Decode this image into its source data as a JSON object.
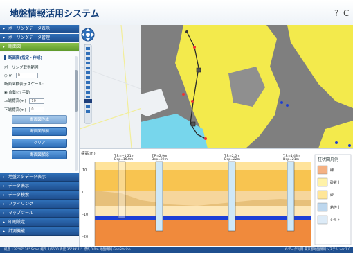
{
  "app": {
    "title": "地盤情報活用システム"
  },
  "header": {
    "help_label": "?",
    "refresh_label": "C"
  },
  "sidebar": {
    "top_items": [
      {
        "label": "ボーリングデータ表示"
      },
      {
        "label": "ボーリングデータ管理"
      }
    ],
    "active_item": {
      "label": "断面図"
    },
    "panel": {
      "section_title": "断面図(指定・作成)",
      "boring_label": "ボーリング取得範囲:",
      "boring_unit": "m",
      "boring_value": "0",
      "scale_label": "断面図横表示スケール:",
      "scale_auto": "自動",
      "scale_manual": "手動",
      "upper_label": "上端標高(m)",
      "upper_value": "10",
      "lower_label": "下端標高(m)",
      "lower_value": "0",
      "buttons": [
        "断面図作成",
        "断面図印刷",
        "クリア",
        "断面図解除"
      ]
    },
    "bottom_items": [
      {
        "label": "地盤メタデータ表示"
      },
      {
        "label": "データ表示"
      },
      {
        "label": "データ検索"
      },
      {
        "label": "ファイリング"
      },
      {
        "label": "マップツール"
      },
      {
        "label": "印刷設定"
      },
      {
        "label": "計測機能"
      }
    ]
  },
  "section": {
    "y_label": "標高(m)",
    "y_ticks": [
      "10",
      "0",
      "-10",
      "-20"
    ],
    "boreholes": [
      {
        "name": "T.P.=+1.21m",
        "depth": "Dep=16.0m"
      },
      {
        "name": "T.P.=2.9m",
        "depth": "Dep=22m"
      },
      {
        "name": "T.P.=2.6m",
        "depth": "Dep=22m"
      },
      {
        "name": "T.P.=1.48m",
        "depth": "Dep=21m"
      }
    ],
    "legend": {
      "title": "柱状図凡例",
      "items": [
        {
          "label": "礫",
          "color": "#f4b183"
        },
        {
          "label": "砂質土",
          "color": "#fff2a8"
        },
        {
          "label": "砂",
          "color": "#ffe699"
        },
        {
          "label": "粘性土",
          "color": "#bdd7ee"
        },
        {
          "label": "シルト",
          "color": "#ddebf7"
        }
      ]
    }
  },
  "status": {
    "left": "経度 139°47' 26\" Scale 縮尺 1/6500 緯度 35°39'41\" 標高 0.0m 地盤情報 GeoStation",
    "right": "©データ利用 東京都地盤情報システム ver.1.0"
  }
}
